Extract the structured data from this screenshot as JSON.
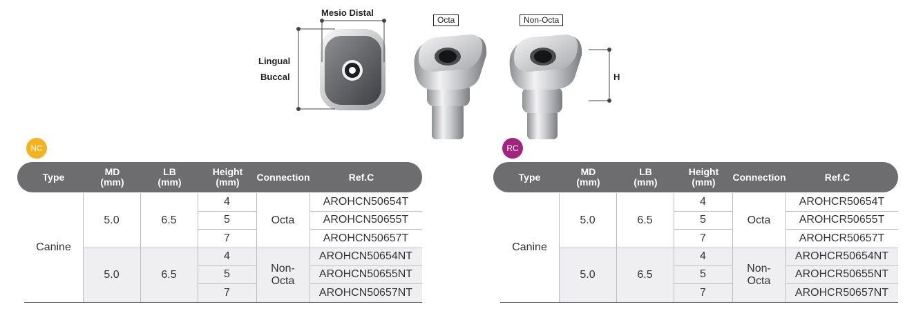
{
  "diagram": {
    "mesio_distal": "Mesio Distal",
    "lingual": "Lingual",
    "buccal": "Buccal",
    "octa": "Octa",
    "non_octa": "Non-Octa",
    "h": "H"
  },
  "tables": [
    {
      "badge": "NC",
      "badge_color": "#f5b21f",
      "headers": [
        "Type",
        "MD\n(mm)",
        "LB\n(mm)",
        "Height\n(mm)",
        "Connection",
        "Ref.C"
      ],
      "type": "Canine",
      "groups": [
        {
          "md": "5.0",
          "lb": "6.5",
          "connection": "Octa",
          "heights": [
            "4",
            "5",
            "7"
          ],
          "refs": [
            "AROHCN50654T",
            "AROHCN50655T",
            "AROHCN50657T"
          ]
        },
        {
          "md": "5.0",
          "lb": "6.5",
          "connection": "Non-\nOcta",
          "heights": [
            "4",
            "5",
            "7"
          ],
          "refs": [
            "AROHCN50654NT",
            "AROHCN50655NT",
            "AROHCN50657NT"
          ]
        }
      ]
    },
    {
      "badge": "RC",
      "badge_color": "#a3247f",
      "headers": [
        "Type",
        "MD\n(mm)",
        "LB\n(mm)",
        "Height\n(mm)",
        "Connection",
        "Ref.C"
      ],
      "type": "Canine",
      "groups": [
        {
          "md": "5.0",
          "lb": "6.5",
          "connection": "Octa",
          "heights": [
            "4",
            "5",
            "7"
          ],
          "refs": [
            "AROHCR50654T",
            "AROHCR50655T",
            "AROHCR50657T"
          ]
        },
        {
          "md": "5.0",
          "lb": "6.5",
          "connection": "Non-\nOcta",
          "heights": [
            "4",
            "5",
            "7"
          ],
          "refs": [
            "AROHCR50654NT",
            "AROHCR50655NT",
            "AROHCR50657NT"
          ]
        }
      ]
    }
  ]
}
